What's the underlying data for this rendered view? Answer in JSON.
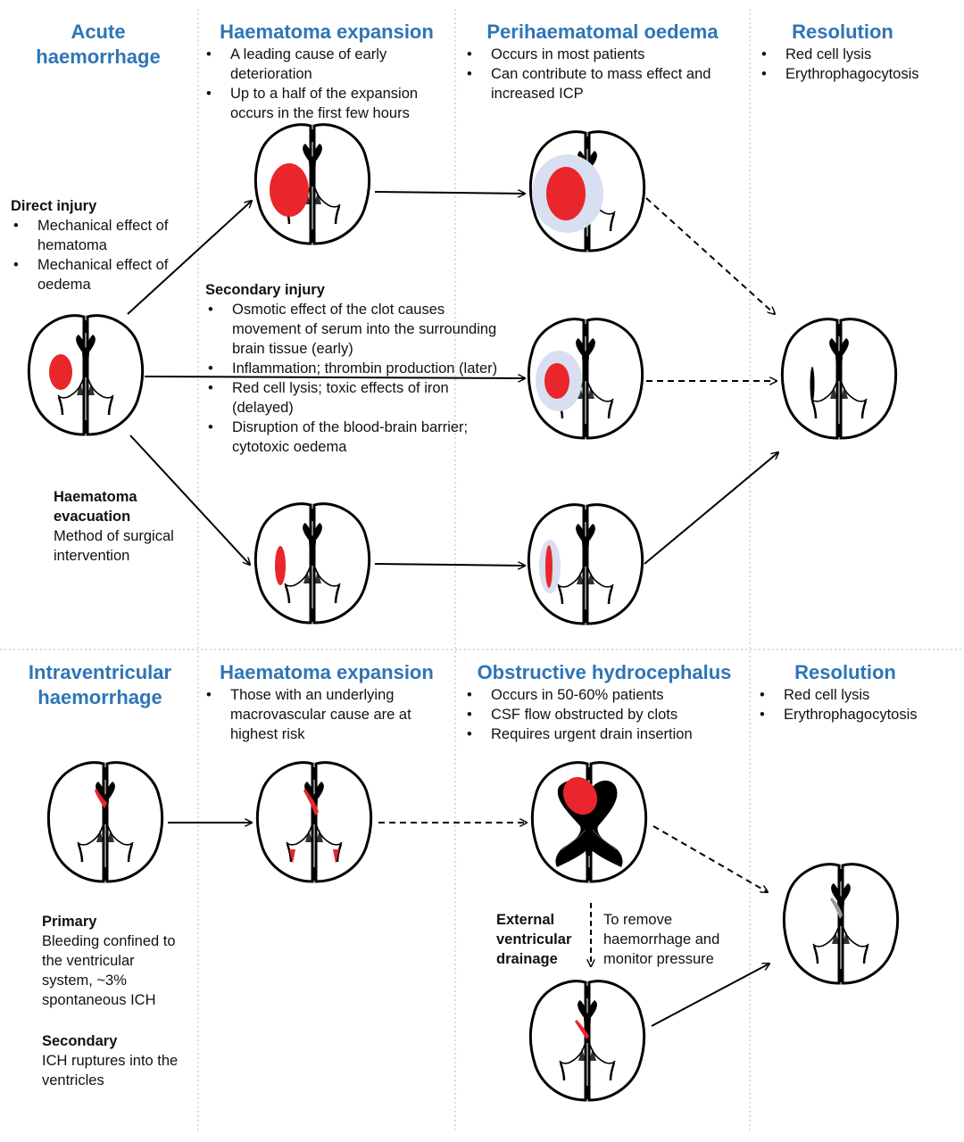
{
  "top": {
    "col1": {
      "title": "Acute haemorrhage"
    },
    "col2": {
      "title": "Haematoma expansion",
      "bullets": [
        "A leading cause of early deterioration",
        "Up to a half of the expansion occurs in the first few hours"
      ]
    },
    "col3": {
      "title": "Perihaematomal oedema",
      "bullets": [
        "Occurs in most patients",
        "Can contribute to mass effect and increased ICP"
      ]
    },
    "col4": {
      "title": "Resolution",
      "bullets": [
        "Red cell lysis",
        "Erythrophagocytosis"
      ]
    },
    "direct_injury": {
      "title": "Direct injury",
      "bullets": [
        "Mechanical effect of hematoma",
        "Mechanical effect of oedema"
      ]
    },
    "secondary_injury": {
      "title": "Secondary injury",
      "bullets": [
        "Osmotic effect of the clot causes movement of serum into the surrounding brain tissue (early)",
        "Inflammation; thrombin production (later)",
        "Red cell lysis; toxic effects of iron (delayed)",
        "Disruption of the blood-brain barrier; cytotoxic oedema"
      ]
    },
    "evacuation": {
      "title": "Haematoma evacuation",
      "text": "Method of surgical intervention"
    }
  },
  "bottom": {
    "col1": {
      "title": "Intraventricular haemorrhage"
    },
    "col2": {
      "title": "Haematoma expansion",
      "bullets": [
        "Those with an underlying macrovascular cause are at highest risk"
      ]
    },
    "col3": {
      "title": "Obstructive hydrocephalus",
      "bullets": [
        "Occurs in 50-60% patients",
        "CSF flow obstructed by clots",
        "Requires urgent drain insertion"
      ]
    },
    "col4": {
      "title": "Resolution",
      "bullets": [
        "Red cell lysis",
        "Erythrophagocytosis"
      ]
    },
    "primary": {
      "title": "Primary",
      "text": "Bleeding confined to the ventricular system, ~3% spontaneous ICH"
    },
    "secondary": {
      "title": "Secondary",
      "text": "ICH ruptures into the  ventricles"
    },
    "evd": {
      "title": "External ventricular drainage",
      "text": "To remove haemorrhage and monitor pressure"
    }
  },
  "colors": {
    "header": "#2e75b6",
    "blood": "#e8262b",
    "oedema": "#d7dff0",
    "line": "#000000",
    "divider": "#b8b8b8"
  }
}
